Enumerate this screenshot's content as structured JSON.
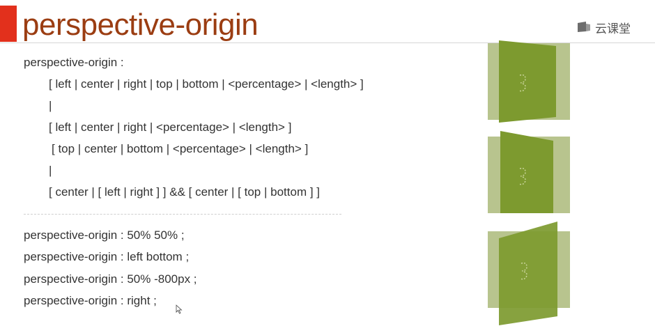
{
  "header": {
    "title": "perspective-origin",
    "brand": "云课堂",
    "brand_icon": "cloud-classroom-logo-icon"
  },
  "syntax": {
    "lines": [
      "perspective-origin :",
      "[ left | center | right | top | bottom | <percentage> | <length> ]",
      "|",
      "[ left | center | right | <percentage> | <length> ]",
      "[ top | center | bottom | <percentage> | <length> ]",
      "|",
      "[ center | [ left | right ] ] && [ center | [ top | bottom ] ]"
    ]
  },
  "examples": {
    "lines": [
      "perspective-origin : 50% 50% ;",
      "perspective-origin : left bottom ;",
      "perspective-origin : 50% -800px ;",
      "perspective-origin : right ;"
    ]
  },
  "colors": {
    "accent_bar": "#e2301c",
    "title": "#9b3d12",
    "panel_back": "#b8c48e",
    "panel_front": "#7d9a2f",
    "text": "#333333"
  }
}
